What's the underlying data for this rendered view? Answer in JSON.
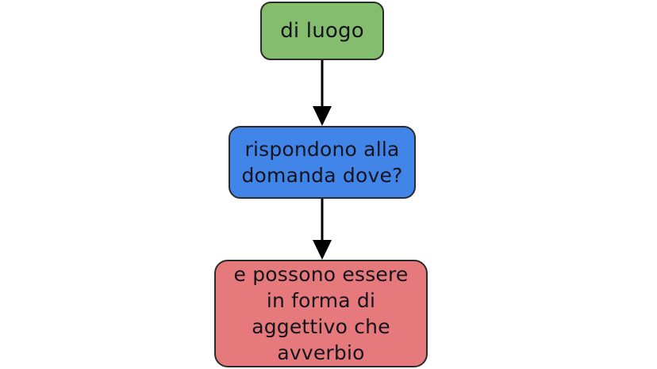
{
  "diagram": {
    "type": "flowchart",
    "orientation": "vertical-top-down",
    "background_color": "#ffffff",
    "title": "di luogo",
    "nodes": [
      {
        "id": "di-luogo",
        "label": "di luogo",
        "fill_color": "#85bd6e",
        "border_color": "#2b2b2b",
        "text_color": "#14141e",
        "shape": "rounded-rectangle"
      },
      {
        "id": "rispondono",
        "label": "rispondono alla\ndomanda dove?",
        "fill_color": "#4285e8",
        "border_color": "#2b2b2b",
        "text_color": "#14141e",
        "shape": "rounded-rectangle"
      },
      {
        "id": "forma",
        "label": "e possono essere\nin forma di\naggettivo che\navverbio",
        "fill_color": "#e5797b",
        "border_color": "#2b2b2b",
        "text_color": "#14141e",
        "shape": "rounded-rectangle"
      }
    ],
    "edges": [
      {
        "id": "edge-1",
        "from": "di-luogo",
        "to": "rispondono",
        "label": "",
        "arrow_color": "#000000"
      },
      {
        "id": "edge-2",
        "from": "rispondono",
        "to": "forma",
        "label": "",
        "arrow_color": "#000000"
      }
    ]
  }
}
